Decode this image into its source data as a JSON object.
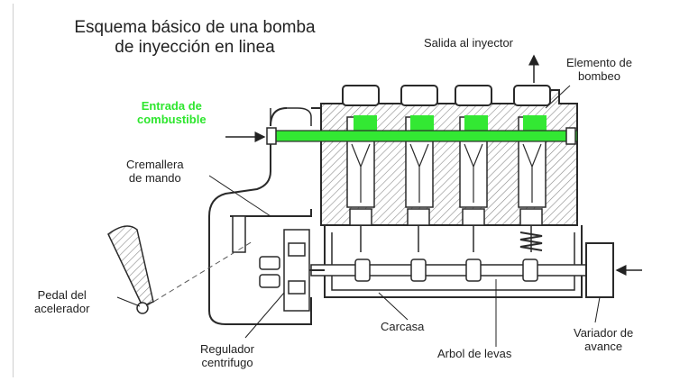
{
  "title": {
    "line1": "Esquema básico de una bomba",
    "line2": "de inyección en linea"
  },
  "labels": {
    "salida": "Salida al inyector",
    "elemento_1": "Elemento de",
    "elemento_2": "bombeo",
    "entrada_1": "Entrada de",
    "entrada_2": "combustible",
    "cremallera_1": "Cremallera",
    "cremallera_2": "de mando",
    "pedal_1": "Pedal del",
    "pedal_2": "acelerador",
    "regulador_1": "Regulador",
    "regulador_2": "centrifugo",
    "carcasa": "Carcasa",
    "arbol": "Arbol de levas",
    "variador_1": "Variador de",
    "variador_2": "avance"
  },
  "colors": {
    "fuel": "#33e833",
    "outline": "#2a2a2a",
    "hatch": "#8a8a8a"
  }
}
